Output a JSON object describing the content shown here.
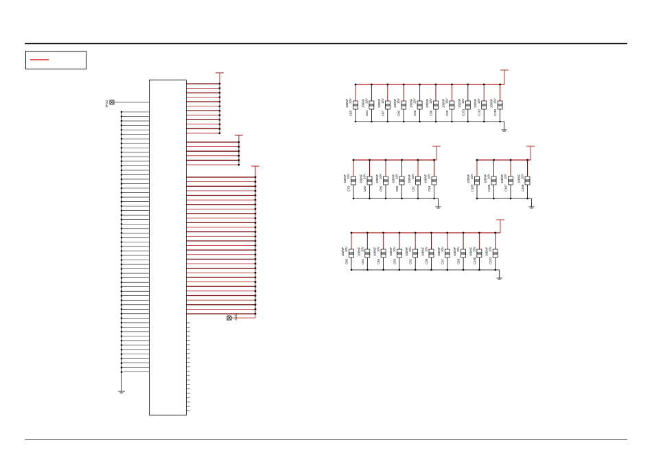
{
  "colors": {
    "net_red": "#b01818",
    "net_dark": "#7a0a0a",
    "ink": "#000000",
    "legend_red": "#e02020",
    "background": "#ffffff"
  },
  "test_points": {
    "left": "TP10",
    "right": "TP27"
  },
  "capacitor_banks": [
    {
      "id": "bank-1",
      "caps": [
        {
          "ref": "C83",
          "value": "100NF",
          "volt": "10V"
        },
        {
          "ref": "C84",
          "value": "100NF",
          "volt": "10V"
        },
        {
          "ref": "C87",
          "value": "100NF",
          "volt": "10V"
        },
        {
          "ref": "C90",
          "value": "100NF",
          "volt": "10V"
        },
        {
          "ref": "C93",
          "value": "100NF",
          "volt": "10V"
        },
        {
          "ref": "C96",
          "value": "100NF",
          "volt": "10V"
        },
        {
          "ref": "C99",
          "value": "100NF",
          "volt": "10V"
        },
        {
          "ref": "C101",
          "value": "100NF",
          "volt": "10V"
        },
        {
          "ref": "C112",
          "value": "100NF",
          "volt": "10V"
        },
        {
          "ref": "C110",
          "value": "100NF",
          "volt": "10V"
        }
      ]
    },
    {
      "id": "bank-2",
      "caps": [
        {
          "ref": "C73",
          "value": "100NF",
          "volt": "10V"
        },
        {
          "ref": "C82",
          "value": "100NF",
          "volt": "10V"
        },
        {
          "ref": "C85",
          "value": "100NF",
          "volt": "10V"
        },
        {
          "ref": "C88",
          "value": "100NF",
          "volt": "10V"
        },
        {
          "ref": "C91",
          "value": "100NF",
          "volt": "10V"
        },
        {
          "ref": "C94",
          "value": "100NF",
          "volt": "10V"
        }
      ]
    },
    {
      "id": "bank-3",
      "caps": [
        {
          "ref": "C105",
          "value": "100NF",
          "volt": "10V"
        },
        {
          "ref": "C106",
          "value": "100NF",
          "volt": "10V"
        },
        {
          "ref": "C107",
          "value": "100NF",
          "volt": "10V"
        },
        {
          "ref": "C108",
          "value": "100NF",
          "volt": "10V"
        }
      ]
    },
    {
      "id": "bank-4",
      "caps": [
        {
          "ref": "C80",
          "value": "100NF",
          "volt": "10V"
        },
        {
          "ref": "C81",
          "value": "100NF",
          "volt": "10V"
        },
        {
          "ref": "C86",
          "value": "100NF",
          "volt": "10V"
        },
        {
          "ref": "C89",
          "value": "100NF",
          "volt": "10V"
        },
        {
          "ref": "C92",
          "value": "100NF",
          "volt": "10V"
        },
        {
          "ref": "C95",
          "value": "100NF",
          "volt": "10V"
        },
        {
          "ref": "C97",
          "value": "100NF",
          "volt": "10V"
        },
        {
          "ref": "C98",
          "value": "100NF",
          "volt": "10V"
        },
        {
          "ref": "C100",
          "value": "100NF",
          "volt": "10V"
        },
        {
          "ref": "C103",
          "value": "100NF",
          "volt": "10V"
        }
      ]
    }
  ]
}
